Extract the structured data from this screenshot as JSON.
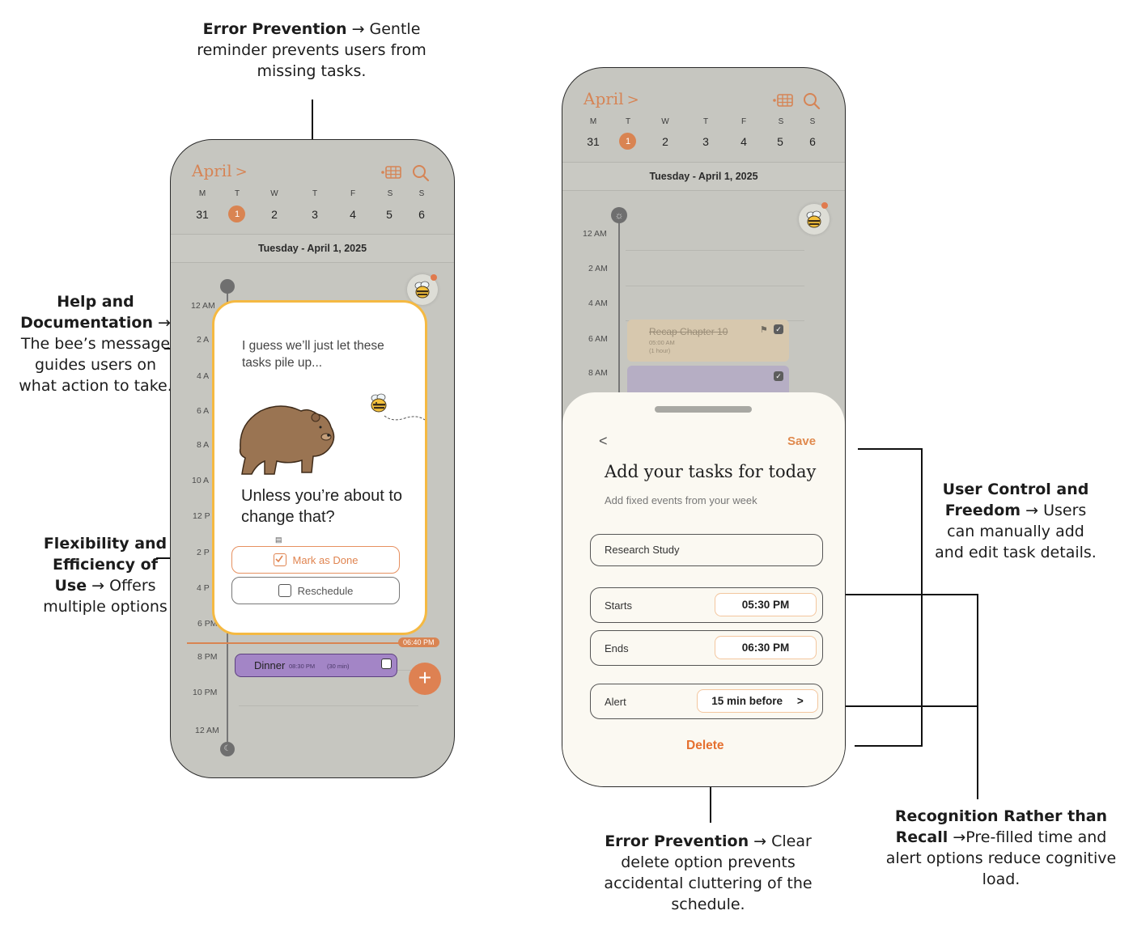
{
  "annotations": {
    "error_prevention_top": {
      "title": "Error Prevention",
      "arrow": "→",
      "text1": " Gentle",
      "text2": "reminder prevents users from",
      "text3": "missing tasks."
    },
    "help_docs": {
      "title1": "Help and",
      "title2": "Documentation",
      "arrow": "→",
      "text1": "The bee’s message",
      "text2": "guides users on",
      "text3": "what action to take."
    },
    "flexibility": {
      "title1": "Flexibility and",
      "title2": "Efficiency of",
      "title3": "Use",
      "arrow": "→",
      "text1": " Offers",
      "text2": "multiple options"
    },
    "user_control": {
      "title1": "User Control and",
      "title2": "Freedom",
      "arrow": "→",
      "text1": " Users",
      "text2": "can manually add",
      "text3": "and edit task details."
    },
    "error_prevention_bottom": {
      "title": "Error Prevention",
      "arrow": "→",
      "text1": " Clear",
      "text2": "delete option prevents",
      "text3": "accidental cluttering of the",
      "text4": "schedule."
    },
    "recognition": {
      "title1": "Recognition Rather than",
      "title2": "Recall",
      "arrow": "→",
      "text1": "Pre-filled time and",
      "text2": "alert options reduce cognitive",
      "text3": "load."
    }
  },
  "calendar": {
    "month": "April",
    "month_chevron": ">",
    "weekdays": [
      "M",
      "T",
      "W",
      "T",
      "F",
      "S",
      "S"
    ],
    "days": [
      "31",
      "1",
      "2",
      "3",
      "4",
      "5",
      "6"
    ],
    "selected_day": "1",
    "date_header": "Tuesday - April 1, 2025"
  },
  "left_phone": {
    "hours": [
      "12 AM",
      "2 A",
      "4 A",
      "6 A",
      "8 A",
      "10 A",
      "12 P",
      "2 P",
      "4 P",
      "6 PM",
      "8 PM",
      "10 PM",
      "12 AM"
    ],
    "modal": {
      "message": "I guess we’ll just let these tasks pile up...",
      "question": "Unless you’re about to change that?",
      "mark_done": "Mark as Done",
      "reschedule": "Reschedule"
    },
    "now_time": "06:40 PM",
    "dinner": {
      "name": "Dinner",
      "time": "08:30 PM",
      "duration": "(30 min)"
    },
    "fab": "+"
  },
  "right_phone": {
    "hours": [
      "12 AM",
      "2 AM",
      "4 AM",
      "6 AM",
      "8 AM"
    ],
    "task_recap": {
      "name": "Recap Chapter 10",
      "time": "05:00 AM",
      "duration": "(1 hour)"
    },
    "sheet": {
      "back": "<",
      "save": "Save",
      "title": "Add your tasks for today",
      "subtitle": "Add fixed events from your week",
      "task_name": "Research Study",
      "starts_label": "Starts",
      "starts_value": "05:30 PM",
      "ends_label": "Ends",
      "ends_value": "06:30 PM",
      "alert_label": "Alert",
      "alert_value": "15 min before",
      "alert_chevron": ">",
      "delete": "Delete"
    }
  },
  "colors": {
    "accent": "#d98452",
    "highlight": "#f5b942",
    "dinner": "#a385c6"
  }
}
